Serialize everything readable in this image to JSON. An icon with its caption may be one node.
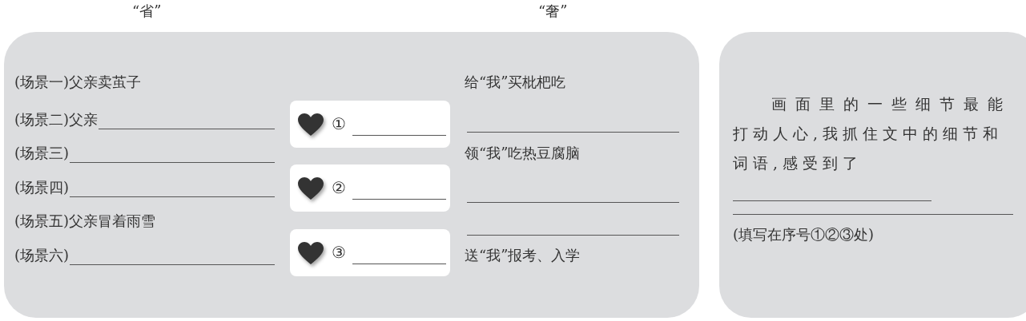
{
  "diagram": {
    "nodes": [
      {
        "text": [
          "(场景一)父亲卖茧子",
          "(场景二)父亲",
          "(场景三)",
          "(场景四)",
          "(场景五)父亲冒着雨雪",
          "(场景六)",
          "给“我”买枇杷吃",
          "领“我”吃热豆腐脑",
          "送“我”报考、入学"
        ]
      },
      {
        "text": [
          "①"
        ],
        "in": 0
      },
      {
        "text": [
          "②"
        ],
        "in": 0
      },
      {
        "text": [
          "③"
        ],
        "in": 0
      },
      {
        "text": [
          "画面里的一些细节最能打动人心,我抓住文中的细节和词语,感受到了",
          "(填写在序号①②③处)"
        ]
      }
    ],
    "labels": [
      "“省”",
      "“奢”"
    ]
  }
}
